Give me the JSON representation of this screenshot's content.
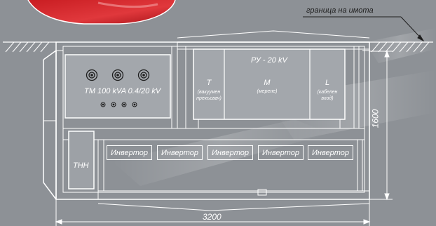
{
  "labels": {
    "property_boundary": "граница на имота",
    "transformer": "ТМ 100 kVA 0.4/20 kV",
    "switchgear": "РУ - 20 kV",
    "cell_t_letter": "T",
    "cell_t_note": "(вакуумен прекъсвач)",
    "cell_m_letter": "M",
    "cell_m_note": "(мерене)",
    "cell_l_letter": "L",
    "cell_l_note": "(кабелен вход)",
    "lv_panel": "ТНН",
    "height_dim": "1600",
    "width_dim": "3200"
  },
  "inverters": [
    "Инвертор",
    "Инвертор",
    "Инвертор",
    "Инвертор",
    "Инвертор"
  ],
  "colors": {
    "background": "#8d9196",
    "line": "#ffffff",
    "panel_fill": "#a3a7ac",
    "accent_red": "#d8262b"
  }
}
